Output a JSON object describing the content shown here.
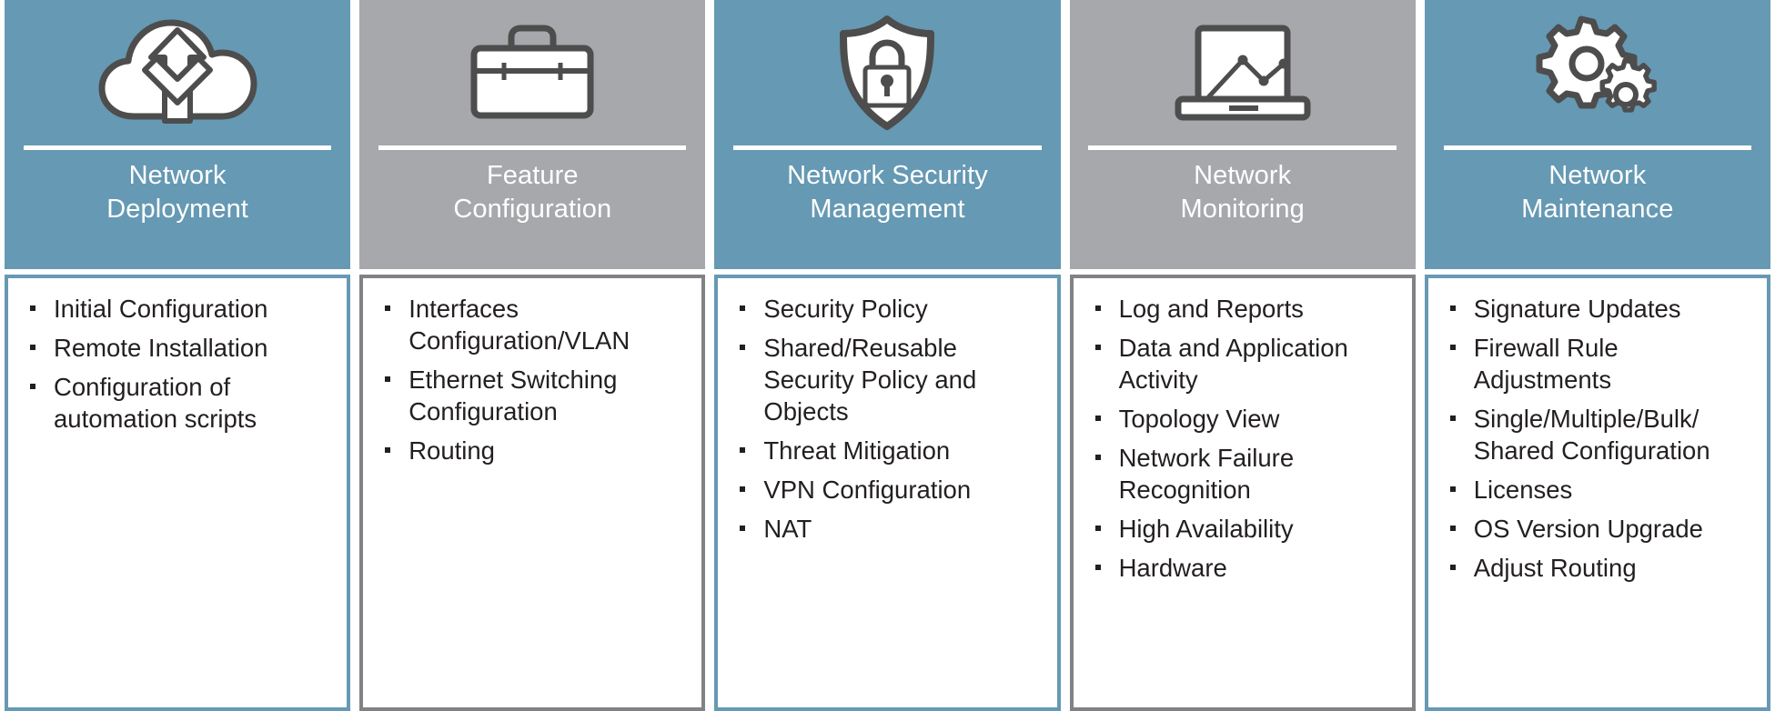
{
  "theme": {
    "blue": "#6699b3",
    "gray": "#a6a8ab",
    "gray_border": "#808285",
    "icon_stroke": "#4d4d4d",
    "text": "#231f20",
    "header_text": "#ffffff"
  },
  "columns": [
    {
      "id": "network-deployment",
      "color_scheme": "blue",
      "icon": "cloud-upload-download-icon",
      "title_line1": "Network",
      "title_line2": "Deployment",
      "items": [
        "Initial Configuration",
        "Remote Installation",
        "Configuration of automation scripts"
      ]
    },
    {
      "id": "feature-configuration",
      "color_scheme": "gray",
      "icon": "toolbox-icon",
      "title_line1": "Feature",
      "title_line2": "Configuration",
      "items": [
        "Interfaces Configuration/VLAN",
        "Ethernet Switching Configuration",
        "Routing"
      ]
    },
    {
      "id": "network-security-management",
      "color_scheme": "blue",
      "icon": "shield-lock-icon",
      "title_line1": "Network Security",
      "title_line2": "Management",
      "items": [
        "Security Policy",
        "Shared/Reusable Security Policy and Objects",
        "Threat Mitigation",
        "VPN Configuration",
        "NAT"
      ]
    },
    {
      "id": "network-monitoring",
      "color_scheme": "gray",
      "icon": "laptop-chart-icon",
      "title_line1": "Network",
      "title_line2": "Monitoring",
      "items": [
        "Log and Reports",
        "Data and Application Activity",
        "Topology View",
        "Network Failure Recognition",
        "High Availability",
        "Hardware"
      ]
    },
    {
      "id": "network-maintenance",
      "color_scheme": "blue",
      "icon": "gears-icon",
      "title_line1": "Network",
      "title_line2": "Maintenance",
      "items": [
        "Signature Updates",
        "Firewall Rule Adjustments",
        "Single/Multiple/Bulk/ Shared Configuration",
        "Licenses",
        "OS Version Upgrade",
        "Adjust Routing"
      ]
    }
  ]
}
